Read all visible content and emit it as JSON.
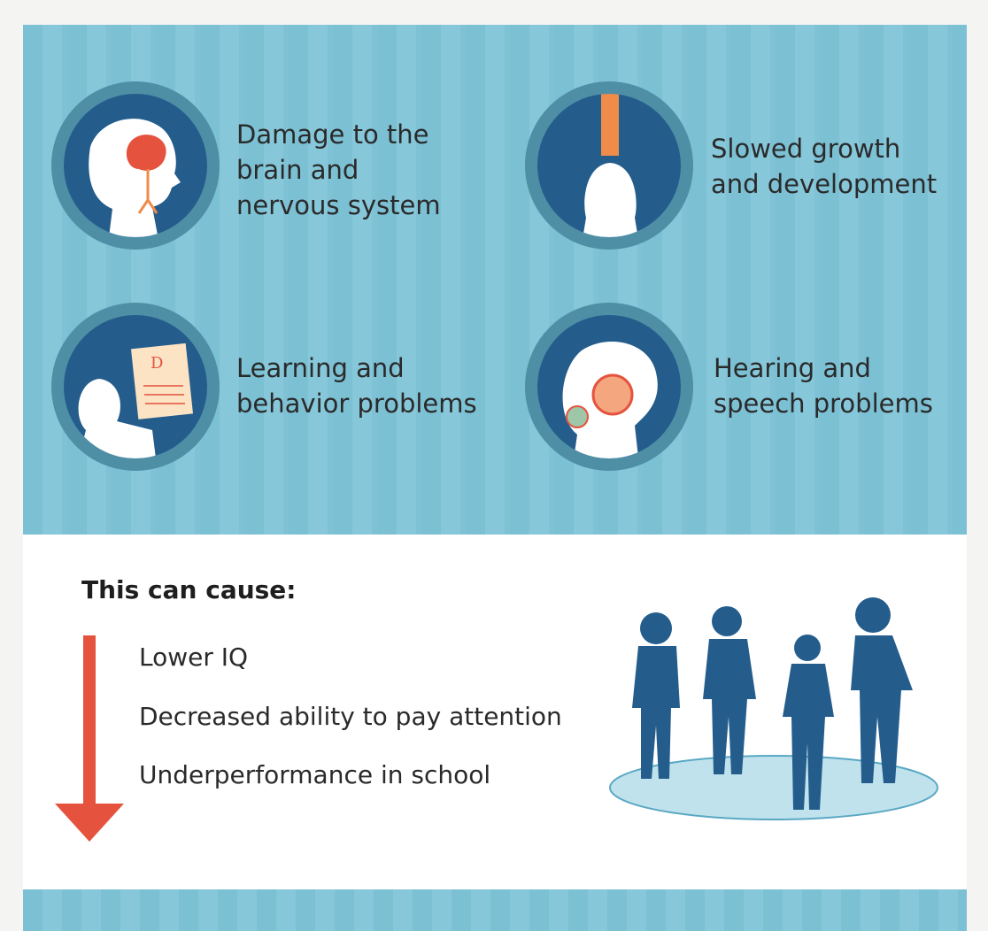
{
  "effects": [
    {
      "label": "Damage to the\nbrain and\nnervous system",
      "icon": "brain-silhouette-icon"
    },
    {
      "label": "Slowed growth\nand development",
      "icon": "height-ruler-silhouette-icon"
    },
    {
      "label": "Learning and\nbehavior problems",
      "icon": "report-card-silhouette-icon"
    },
    {
      "label": "Hearing and\nspeech problems",
      "icon": "ear-silhouette-icon"
    }
  ],
  "consequences": {
    "title": "This can cause:",
    "items": [
      "Lower IQ",
      "Decreased ability to pay attention",
      "Underperformance in school"
    ]
  },
  "colors": {
    "panel": "#7cc0d4",
    "circle": "#245d8c",
    "accent": "#e5533f"
  }
}
